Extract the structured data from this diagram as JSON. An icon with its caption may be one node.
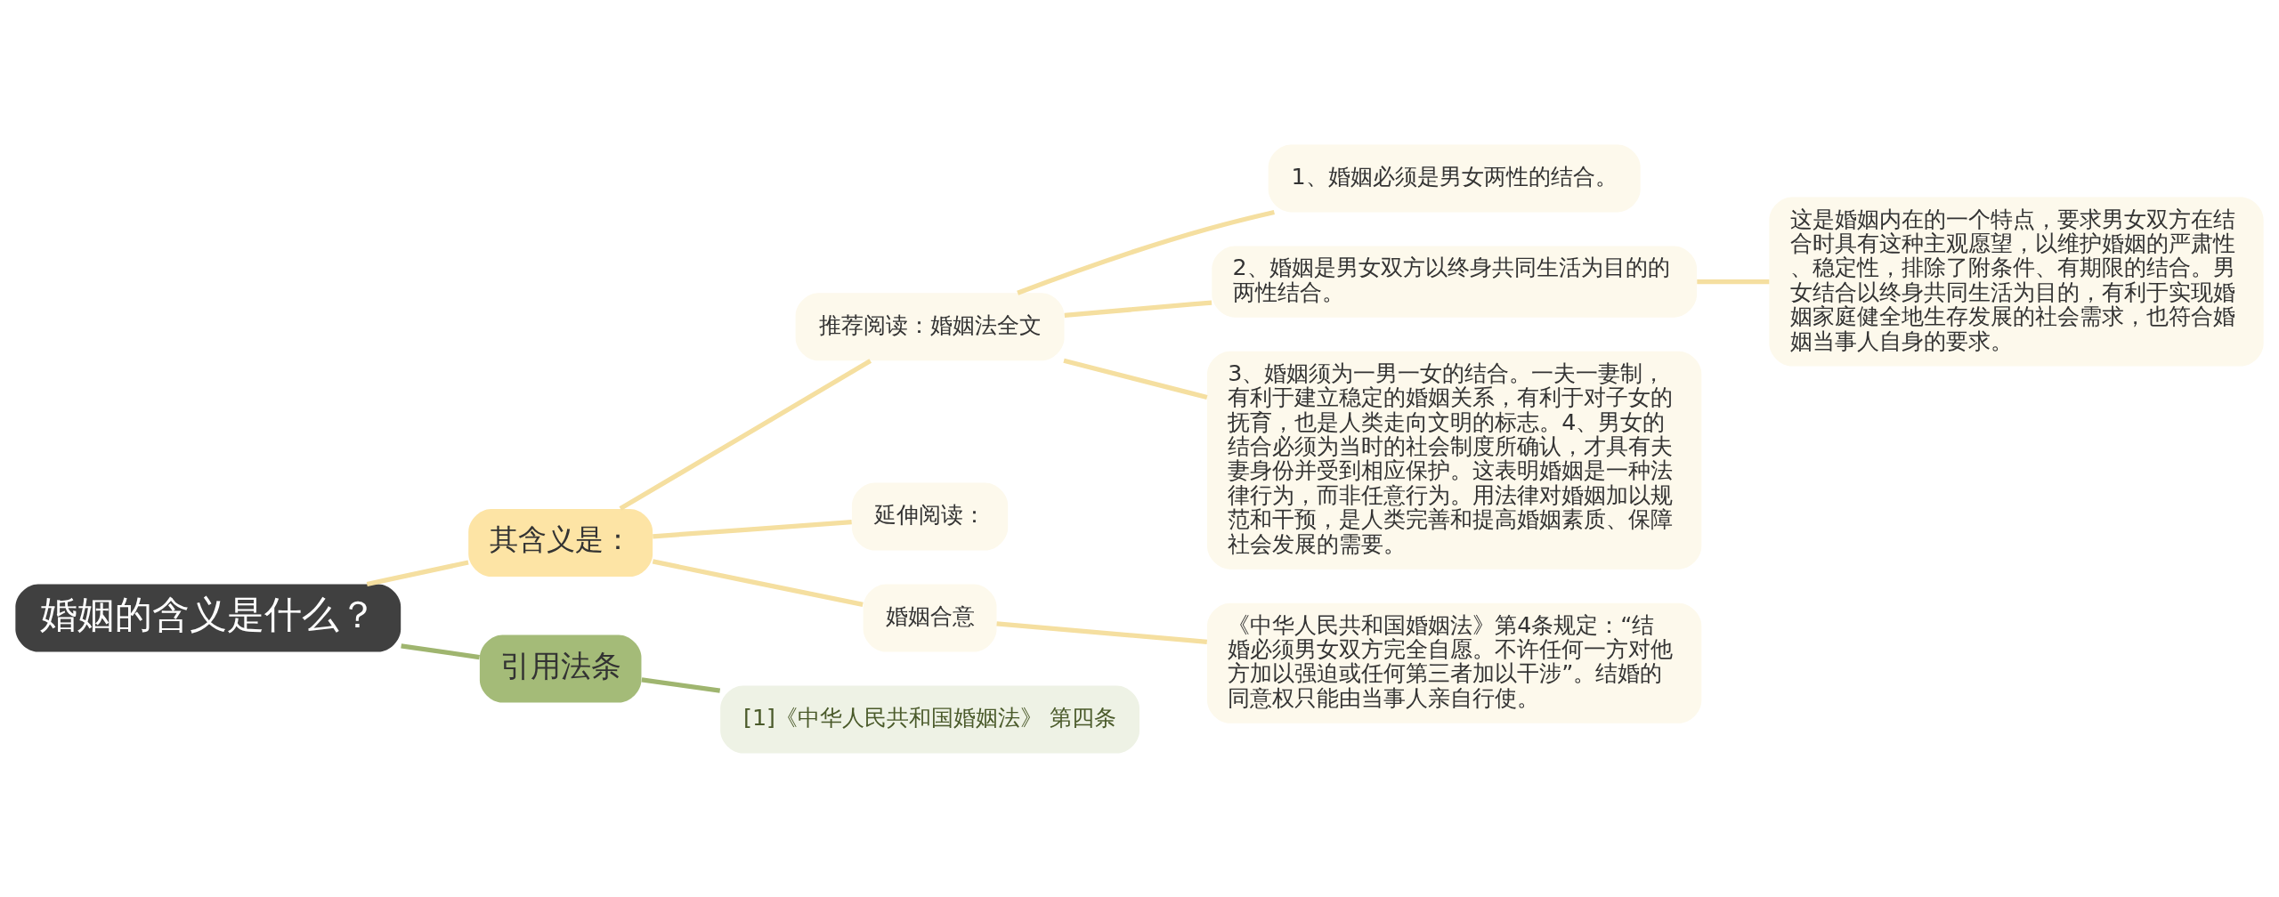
{
  "diagram": {
    "nodes": [
      {
        "text": [
          "婚姻的含义是什么？"
        ]
      },
      {
        "text": [
          "其含义是："
        ]
      },
      {
        "text": [
          "推荐阅读：婚姻法全文"
        ]
      },
      {
        "text": [
          "1、婚姻必须是男女两性的结合。"
        ]
      },
      {
        "text": [
          "2、婚姻是男女双方以终身共同生活为目的的两性结合。"
        ]
      },
      {
        "text": [
          "这是婚姻内在的一个特点，要求男女双方在结合时具有这种主观愿望，以维护婚姻的严肃性、稳定性，排除了附条件、有期限的结合。男女结合以终身共同生活为目的，有利于实现婚姻家庭健全地生存发展的社会需求，也符合婚姻当事人自身的要求。"
        ]
      },
      {
        "text": [
          "3、婚姻须为一男一女的结合。一夫一妻制，有利于建立稳定的婚姻关系，有利于对子女的抚育，也是人类走向文明的标志。4、男女的结合必须为当时的社会制度所确认，才具有夫妻身份并受到相应保护。这表明婚姻是一种法律行为，而非任意行为。用法律对婚姻加以规范和干预，是人类完善和提高婚姻素质、保障社会发展的需要。"
        ]
      },
      {
        "text": [
          "延伸阅读："
        ]
      },
      {
        "text": [
          "婚姻合意"
        ]
      },
      {
        "text": [
          "《中华人民共和国婚姻法》第4条规定：“结婚必须男女双方完全自愿。不许任何一方对他方加以强迫或任何第三者加以干涉”。结婚的同意权只能由当事人亲自行使。"
        ]
      },
      {
        "text": [
          "引用法条"
        ]
      },
      {
        "text": [
          "[1]《中华人民共和国婚姻法》 第四条"
        ]
      }
    ],
    "edges": [
      {
        "from": 0,
        "to": 1,
        "arrow": "none"
      },
      {
        "from": 1,
        "to": 2,
        "arrow": "none"
      },
      {
        "from": 2,
        "to": 3,
        "arrow": "none"
      },
      {
        "from": 2,
        "to": 4,
        "arrow": "none"
      },
      {
        "from": 4,
        "to": 5,
        "arrow": "none"
      },
      {
        "from": 2,
        "to": 6,
        "arrow": "none"
      },
      {
        "from": 1,
        "to": 7,
        "arrow": "none"
      },
      {
        "from": 1,
        "to": 8,
        "arrow": "none"
      },
      {
        "from": 8,
        "to": 9,
        "arrow": "none"
      },
      {
        "from": 0,
        "to": 10,
        "arrow": "none",
        "color": "#9fb56f"
      },
      {
        "from": 10,
        "to": 11,
        "arrow": "none",
        "color": "#9fb56f"
      }
    ]
  }
}
